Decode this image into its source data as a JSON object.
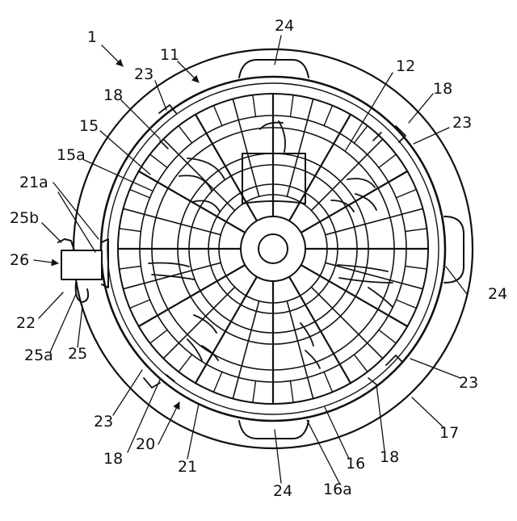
{
  "figure": {
    "labels": {
      "l1": "1",
      "l11": "11",
      "l12": "12",
      "l15": "15",
      "l15a": "15a",
      "l16": "16",
      "l16a": "16a",
      "l17": "17",
      "l18a": "18",
      "l18b": "18",
      "l18c": "18",
      "l18d": "18",
      "l20": "20",
      "l21": "21",
      "l21a": "21a",
      "l22": "22",
      "l23a": "23",
      "l23b": "23",
      "l23c": "23",
      "l23d": "23",
      "l24a": "24",
      "l24b": "24",
      "l24c": "24",
      "l25": "25",
      "l25a": "25a",
      "l25b": "25b",
      "l26": "26"
    }
  }
}
